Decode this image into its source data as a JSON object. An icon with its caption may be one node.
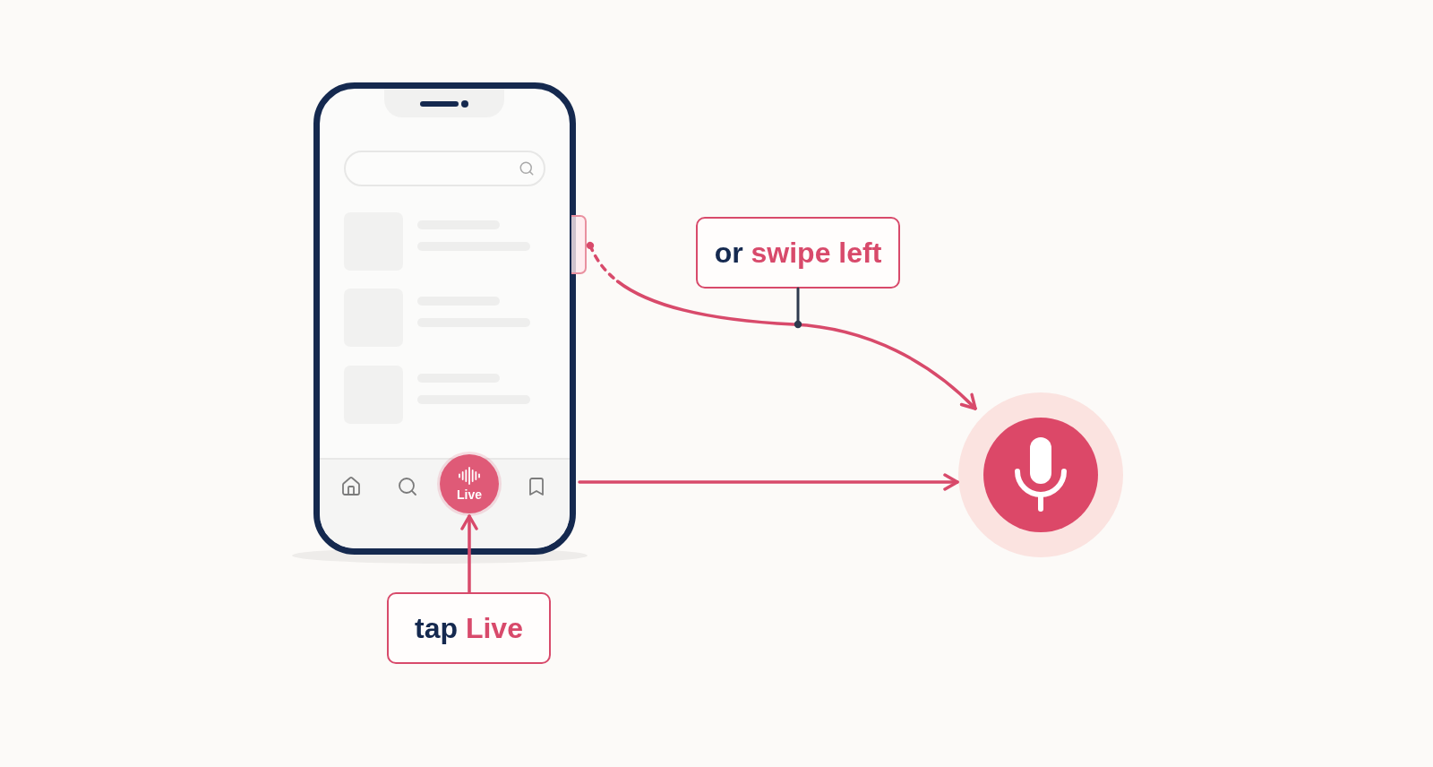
{
  "diagram": {
    "nodes": [
      {
        "text": [],
        "shape": "phone"
      },
      {
        "text": [
          "Live"
        ],
        "in": 0
      },
      {
        "text": [],
        "shape": "bar"
      },
      {
        "text": [
          "or",
          "swipe left"
        ]
      },
      {
        "text": [],
        "shape": "circle"
      },
      {
        "text": [
          "tap",
          "Live"
        ]
      }
    ],
    "edges": [
      {
        "from": 2,
        "to": 4,
        "arrow": "to",
        "style": "dashed"
      },
      {
        "from": 3,
        "to": null,
        "arrow": "other",
        "color": "#2e3a4e"
      },
      {
        "from": 0,
        "to": 4,
        "arrow": "to"
      },
      {
        "from": 5,
        "to": 1,
        "arrow": "to"
      }
    ]
  }
}
